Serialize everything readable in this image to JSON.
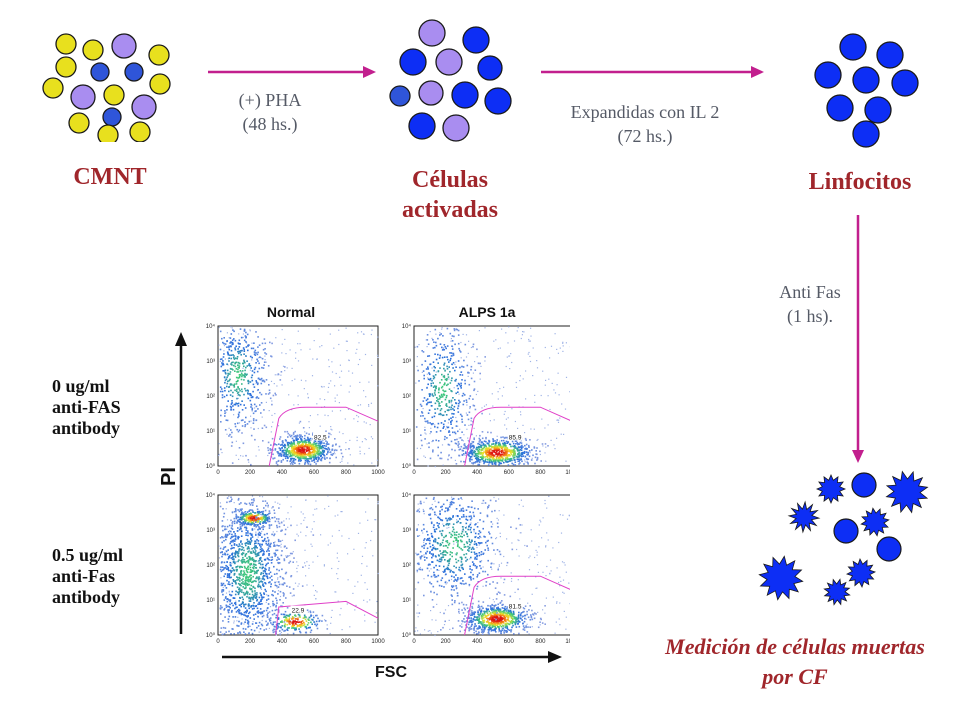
{
  "colors": {
    "cmnt_yellow": "#e8e01e",
    "resting_blue": "#2f55d9",
    "activated_purple": "#a98df0",
    "lymphocyte_blue": "#0d2ef5",
    "arrow_magenta": "#c21f8e",
    "label_red": "#a0262b",
    "gate_pink": "#e040c8"
  },
  "stages": {
    "cmnt": {
      "label": "CMNT"
    },
    "activated": {
      "label_line1": "Células",
      "label_line2": "activadas"
    },
    "lymphocytes": {
      "label": "Linfocitos"
    },
    "measurement": {
      "label_line1": "Medición de células muertas",
      "label_line2": "por CF"
    }
  },
  "arrows": {
    "pha": {
      "line1": "(+) PHA",
      "line2": "(48 hs.)"
    },
    "il2": {
      "line1": "Expandidas con IL 2",
      "line2": "(72 hs.)"
    },
    "antifas": {
      "line1": "Anti Fas",
      "line2": "(1 hs)."
    }
  },
  "flow_cytometry": {
    "columns": [
      "Normal",
      "ALPS 1a"
    ],
    "rows": [
      {
        "line1": "0 ug/ml",
        "line2": "anti-FAS",
        "line3": "antibody"
      },
      {
        "line1": "0.5 ug/ml",
        "line2": "anti-Fas",
        "line3": "antibody"
      }
    ],
    "y_axis": "PI",
    "x_axis": "FSC",
    "x_ticks": [
      "0",
      "200",
      "400",
      "600",
      "800",
      "1000"
    ],
    "y_ticks": [
      "10⁰",
      "10¹",
      "10²",
      "10³",
      "10⁴"
    ],
    "gate_values": [
      [
        "82.5",
        "85.9"
      ],
      [
        "22.9",
        "81.5"
      ]
    ]
  }
}
